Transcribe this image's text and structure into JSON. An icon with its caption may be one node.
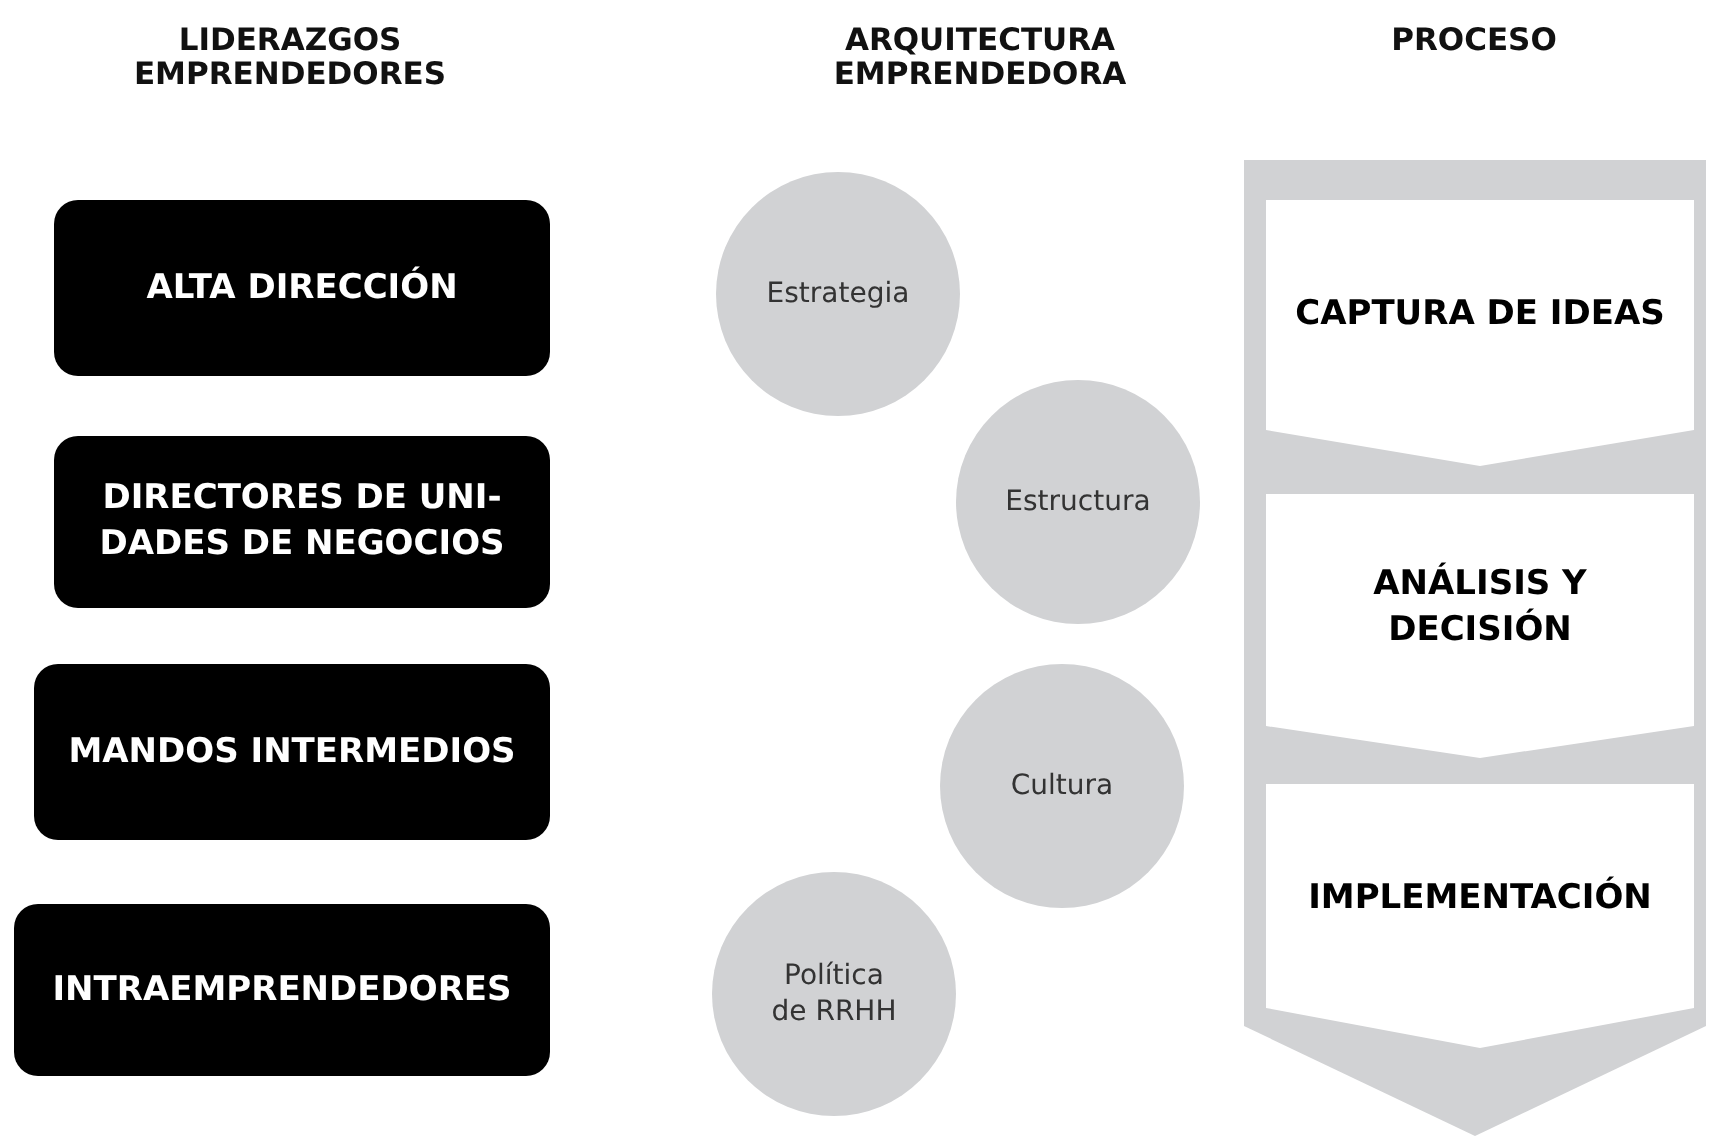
{
  "diagram": {
    "nodes": [
      {
        "text": [
          "ALTA DIRECCIÓN"
        ]
      },
      {
        "text": [
          "DIRECTORES DE UNI- DADES DE NEGOCIOS"
        ]
      },
      {
        "text": [
          "MANDOS INTERMEDIOS"
        ]
      },
      {
        "text": [
          "INTRAEMPRENDEDORES"
        ]
      },
      {
        "text": [
          "Estrategia"
        ]
      },
      {
        "text": [
          "Estructura"
        ]
      },
      {
        "text": [
          "Cultura"
        ]
      },
      {
        "text": [
          "Política de RRHH"
        ]
      },
      {
        "text": [],
        "shape": "band"
      },
      {
        "text": [
          "CAPTURA DE IDEAS"
        ],
        "in": 8
      },
      {
        "text": [
          "ANÁLISIS Y DECISIÓN"
        ],
        "in": 8
      },
      {
        "text": [
          "IMPLEMENTACIÓN"
        ],
        "in": 8
      }
    ],
    "labels": [
      "LIDERAZGOS EMPRENDEDORES",
      "ARQUITECTURA EMPRENDEDORA",
      "PROCESO"
    ]
  }
}
